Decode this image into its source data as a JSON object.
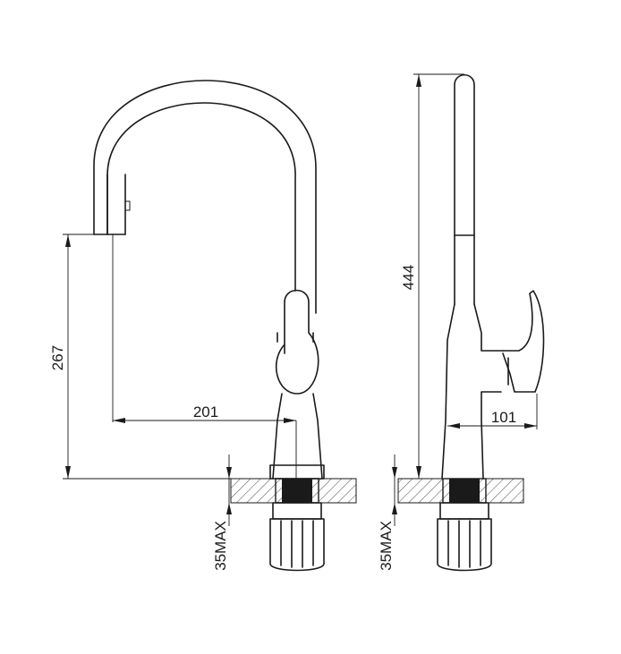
{
  "dimensions": {
    "spout_height": "267",
    "spout_reach": "201",
    "total_height": "444",
    "handle_depth": "101",
    "counter_front": "35MAX",
    "counter_side": "35MAX"
  },
  "colors": {
    "line": "#1a1a1a",
    "background": "#ffffff"
  }
}
